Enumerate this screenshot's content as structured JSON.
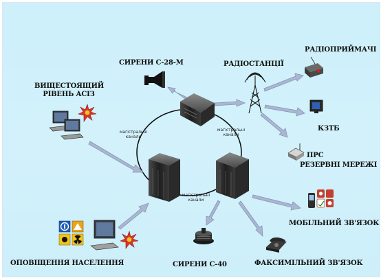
{
  "labels": {
    "sirens_c28m": "СИРЕНИ С-28-М",
    "radio_stations": "РАДІОСТАНЦІЇ",
    "radio_receivers": "РАДІОПРИЙМАЧІ",
    "higher_level_1": "ВИЩЕСТОЯЩИЙ",
    "higher_level_2": "РІВЕНЬ АСІЗ",
    "kztb": "КЗТБ",
    "prs": "ПРС",
    "reserve_networks": "РЕЗЕРВНІ МЕРЕЖІ",
    "mobile_comm": "МОБІЛЬНИЙ ЗВ'ЯЗОК",
    "population_alert": "ОПОВІЩЕННЯ НАСЕЛЕННЯ",
    "sirens_c40": "СИРЕНИ С-40",
    "fax_comm": "ФАКСИМІЛЬНИЙ ЗВ'ЯЗОК"
  },
  "channel_labels": {
    "left_1": "магістральні",
    "left_2": "канали",
    "right_1": "магістральні",
    "right_2": "канали",
    "bottom_1": "магістральні",
    "bottom_2": "канали"
  },
  "colors": {
    "background": "#cfeffa",
    "arrow": "#a9b7d3",
    "arrow_edge": "#8794b2",
    "server": "#2b2b2b",
    "ring": "#111111",
    "radiation_red": "#d8352a",
    "alert_yellow": "#f2c31b",
    "alert_blue": "#1f5fb4"
  },
  "icons": [
    "server-top-icon",
    "server-left-icon",
    "server-right-icon",
    "radio-tower-icon",
    "siren-c28m-icon",
    "computers-icon",
    "radio-receiver-icon",
    "tv-icon",
    "router-icon",
    "mobile-phone-icon",
    "siren-c40-icon",
    "fax-phone-icon",
    "alert-symbols-icon",
    "monitor-icon",
    "radiation-badge-icon"
  ]
}
